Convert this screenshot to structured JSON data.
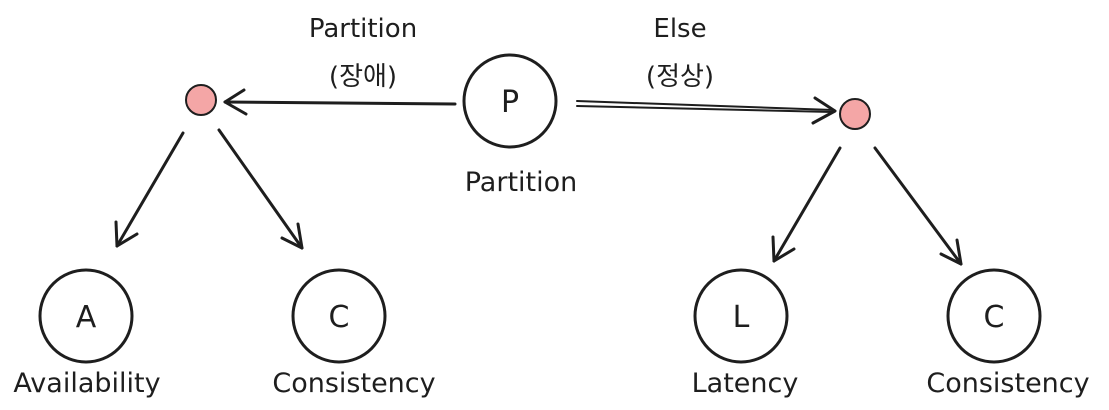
{
  "nodes": {
    "p": {
      "letter": "P",
      "caption": "Partition"
    },
    "a": {
      "letter": "A",
      "caption": "Availability"
    },
    "c_left": {
      "letter": "C",
      "caption": "Consistency"
    },
    "l": {
      "letter": "L",
      "caption": "Latency"
    },
    "c_right": {
      "letter": "C",
      "caption": "Consistency"
    }
  },
  "edges": {
    "partition": {
      "line1": "Partition",
      "line2": "(장애)"
    },
    "else": {
      "line1": "Else",
      "line2": "(정상)"
    }
  },
  "colors": {
    "stroke": "#1e1e1e",
    "dot_fill": "#f4a6a6",
    "background": "#ffffff"
  }
}
